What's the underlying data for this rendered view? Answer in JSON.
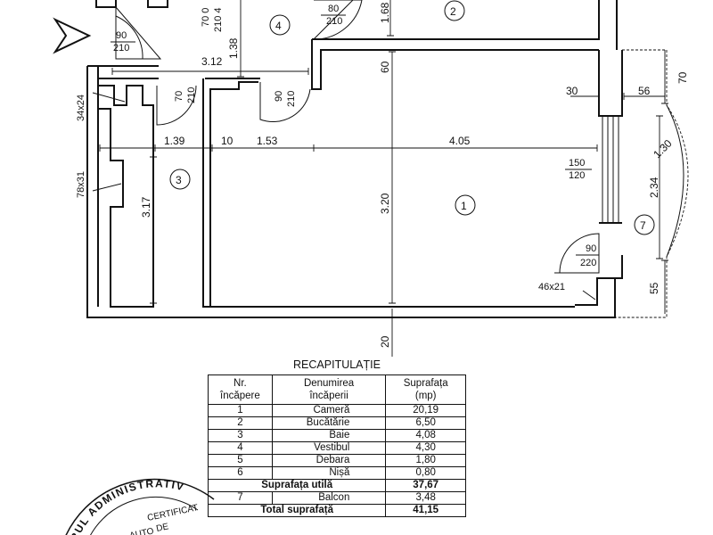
{
  "rooms": [
    {
      "number": "1"
    },
    {
      "number": "2"
    },
    {
      "number": "3"
    },
    {
      "number": "4"
    },
    {
      "number": "7"
    }
  ],
  "doors": [
    {
      "label": "90\n210"
    },
    {
      "label": "80\n210"
    },
    {
      "label": "70 0\n210 4"
    },
    {
      "label": "70\n210"
    },
    {
      "label": "90\n210"
    },
    {
      "label": "90\n220"
    },
    {
      "label": "150\n120"
    }
  ],
  "dimensions": {
    "d312": "3.12",
    "d138": "1.38",
    "d168": "1.68",
    "d60": "60",
    "d30": "30",
    "d70": "70",
    "d56": "56",
    "d130": "1.30",
    "d234": "2.34",
    "d55": "55",
    "d139": "1.39",
    "d10": "10",
    "d153": "1.53",
    "d405": "4.05",
    "d317": "3.17",
    "d320": "3.20",
    "d20": "20"
  },
  "niches": {
    "n1": "34x24",
    "n2": "78x31",
    "n3": "46x21"
  },
  "table": {
    "title": "RECAPITULAȚIE",
    "headers": [
      "Nr.\nîncăpere",
      "Denumirea\nîncăperii",
      "Suprafața\n(mp)"
    ],
    "rows": [
      [
        "1",
        "Cameră",
        "20,19"
      ],
      [
        "2",
        "Bucătărie",
        "6,50"
      ],
      [
        "3",
        "Baie",
        "4,08"
      ],
      [
        "4",
        "Vestibul",
        "4,30"
      ],
      [
        "5",
        "Debara",
        "1,80"
      ],
      [
        "6",
        "Nișă",
        "0,80"
      ]
    ],
    "useful": {
      "label": "Suprafața utilă",
      "value": "37,67"
    },
    "balcony": {
      "nr": "7",
      "name": "Balcon",
      "value": "3,48"
    },
    "total": {
      "label": "Total suprafață",
      "value": "41,15"
    }
  },
  "stamp": {
    "arc_text": "RUL ADMINISTRATIV",
    "line1": "CERTIFICAT",
    "line2": "DE",
    "line3": "AUTO"
  }
}
